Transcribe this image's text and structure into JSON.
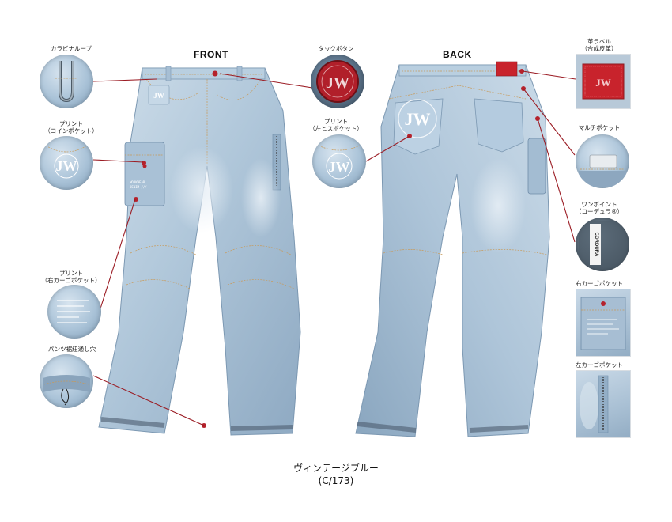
{
  "views": {
    "front": "FRONT",
    "back": "BACK"
  },
  "callouts": {
    "carabiner_loop": "カラビナループ",
    "tack_button": "タックボタン",
    "leather_label_line1": "革ラベル",
    "leather_label_line2": "（合成皮革）",
    "print_coin_line1": "プリント",
    "print_coin_line2": "（コインポケット）",
    "print_hip_line1": "プリント",
    "print_hip_line2": "（左ヒスポケット）",
    "multi_pocket": "マルチポケット",
    "one_point_line1": "ワンポイント",
    "one_point_line2": "（コーデュラ®）",
    "print_cargo_line1": "プリント",
    "print_cargo_line2": "（右カーゴポケット）",
    "right_cargo": "右カーゴポケット",
    "hem_cord": "パンツ裾紐通し穴",
    "left_cargo": "左カーゴポケット"
  },
  "logo_text": "JW",
  "cordura_text": "CORDURA",
  "caption": {
    "color_name": "ヴィンテージブルー",
    "code": "(C/173)"
  },
  "colors": {
    "denim_light": "#c3d6e6",
    "denim_mid": "#9fb9d0",
    "denim_dark": "#6f8ca8",
    "leader_line": "#9b1c24",
    "label_red": "#c8232c"
  }
}
